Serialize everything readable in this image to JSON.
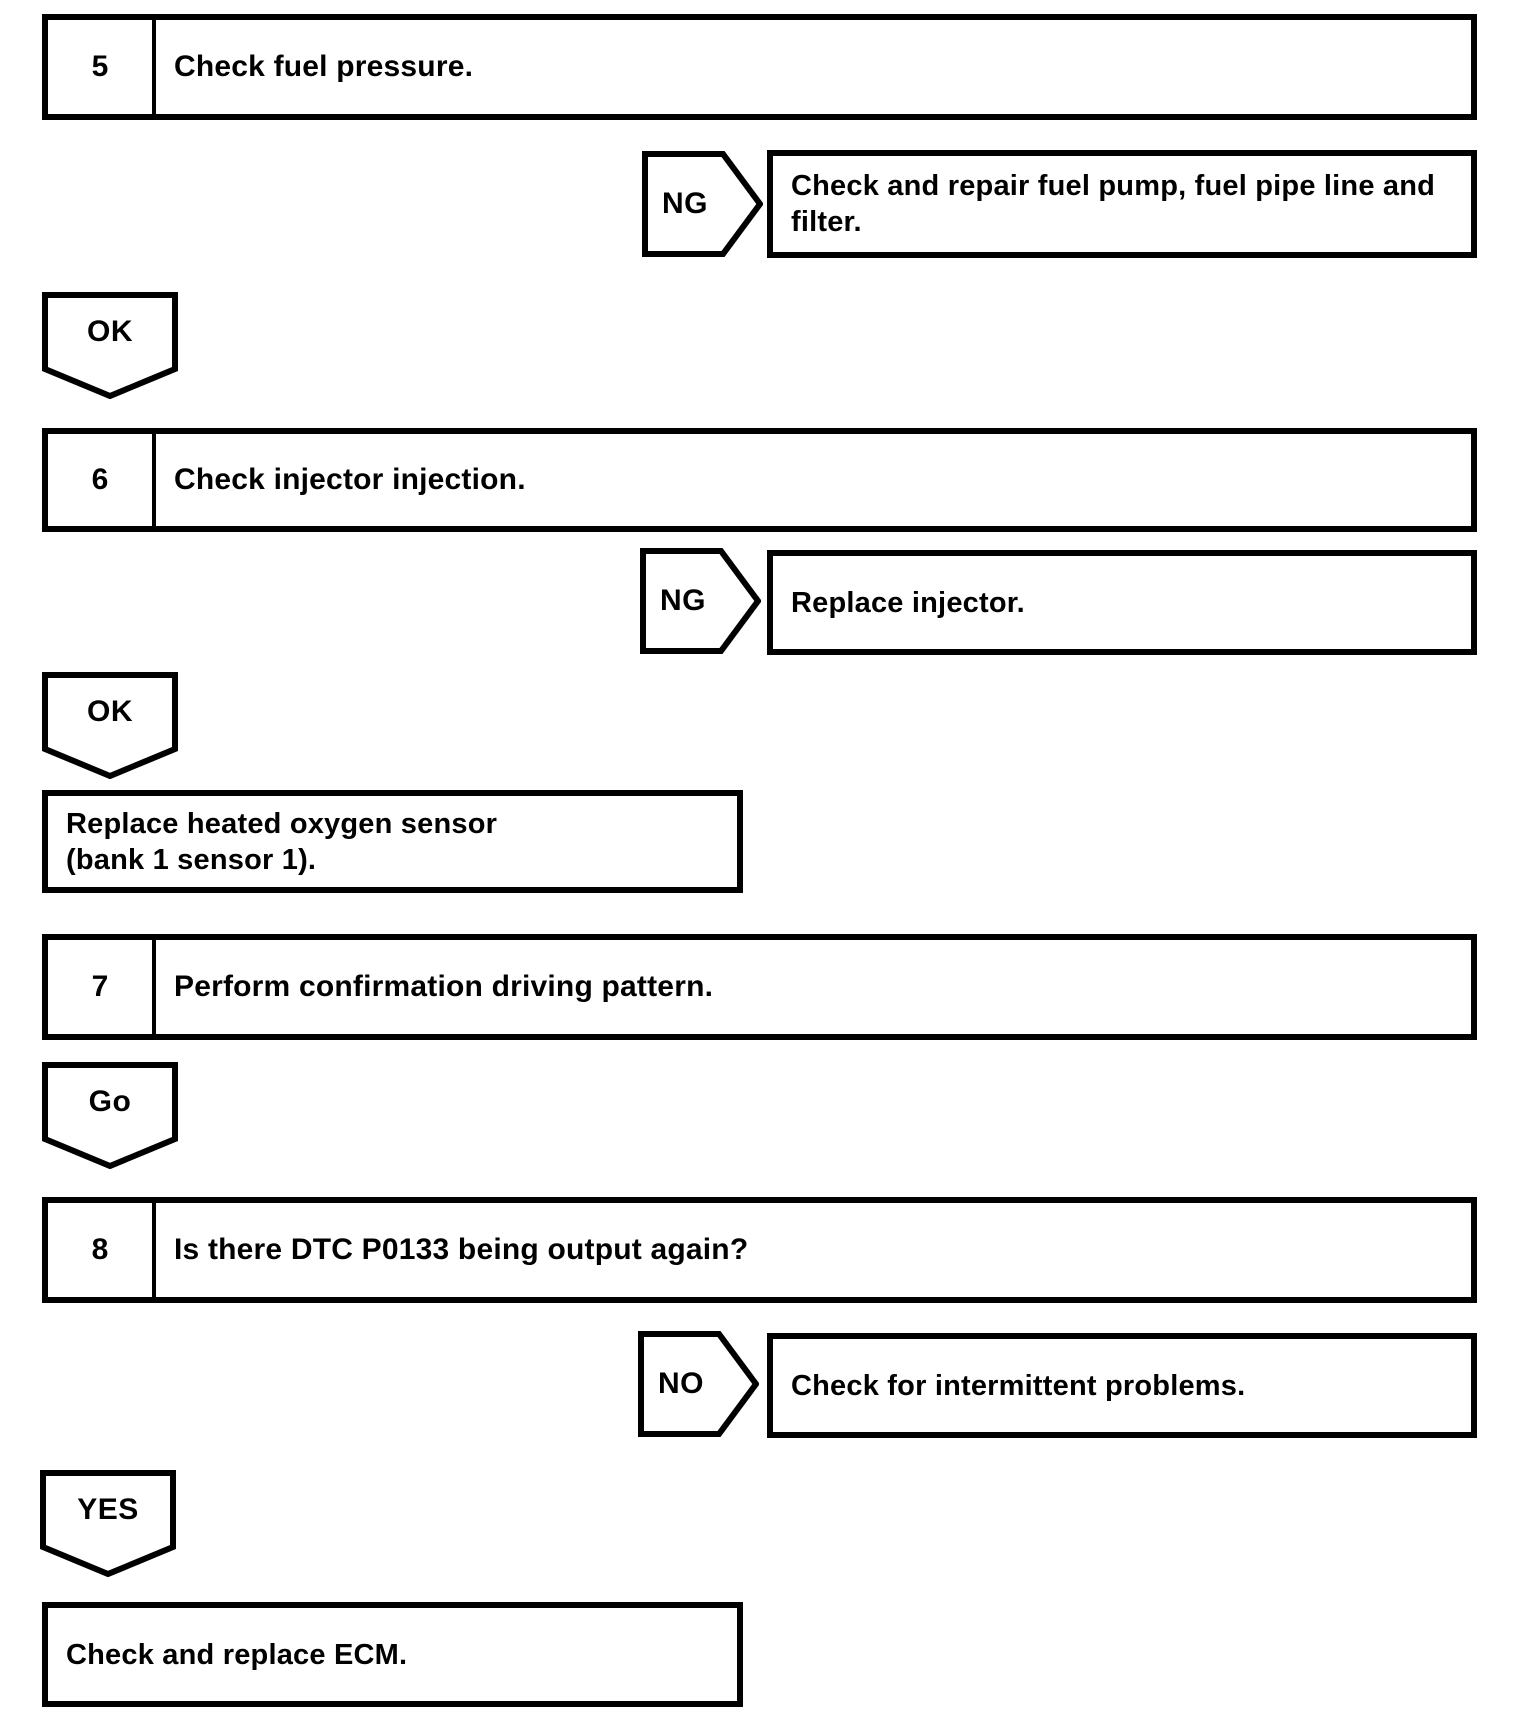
{
  "colors": {
    "line": "#000000",
    "background": "#ffffff",
    "text": "#000000"
  },
  "flowchart": {
    "step5": {
      "number": "5",
      "label": "Check fuel pressure."
    },
    "step5_ng": {
      "label": "NG"
    },
    "step5_ng_result": {
      "lines": [
        "Check and repair fuel pump, fuel pipe line and",
        "filter."
      ]
    },
    "step5_ok": {
      "label": "OK"
    },
    "step6": {
      "number": "6",
      "label": "Check injector injection."
    },
    "step6_ng": {
      "label": "NG"
    },
    "step6_ng_result": {
      "lines": [
        "Replace injector."
      ]
    },
    "step6_ok": {
      "label": "OK"
    },
    "replace_o2_sensor": {
      "lines": [
        "Replace heated oxygen sensor",
        "(bank 1 sensor 1)."
      ]
    },
    "step7": {
      "number": "7",
      "label": "Perform confirmation driving pattern."
    },
    "step7_go": {
      "label": "Go"
    },
    "step8": {
      "number": "8",
      "label": "Is there DTC P0133 being output again?"
    },
    "step8_no": {
      "label": "NO"
    },
    "step8_no_result": {
      "lines": [
        "Check for intermittent problems."
      ]
    },
    "step8_yes": {
      "label": "YES"
    },
    "replace_ecm": {
      "lines": [
        "Check and replace ECM."
      ]
    }
  }
}
